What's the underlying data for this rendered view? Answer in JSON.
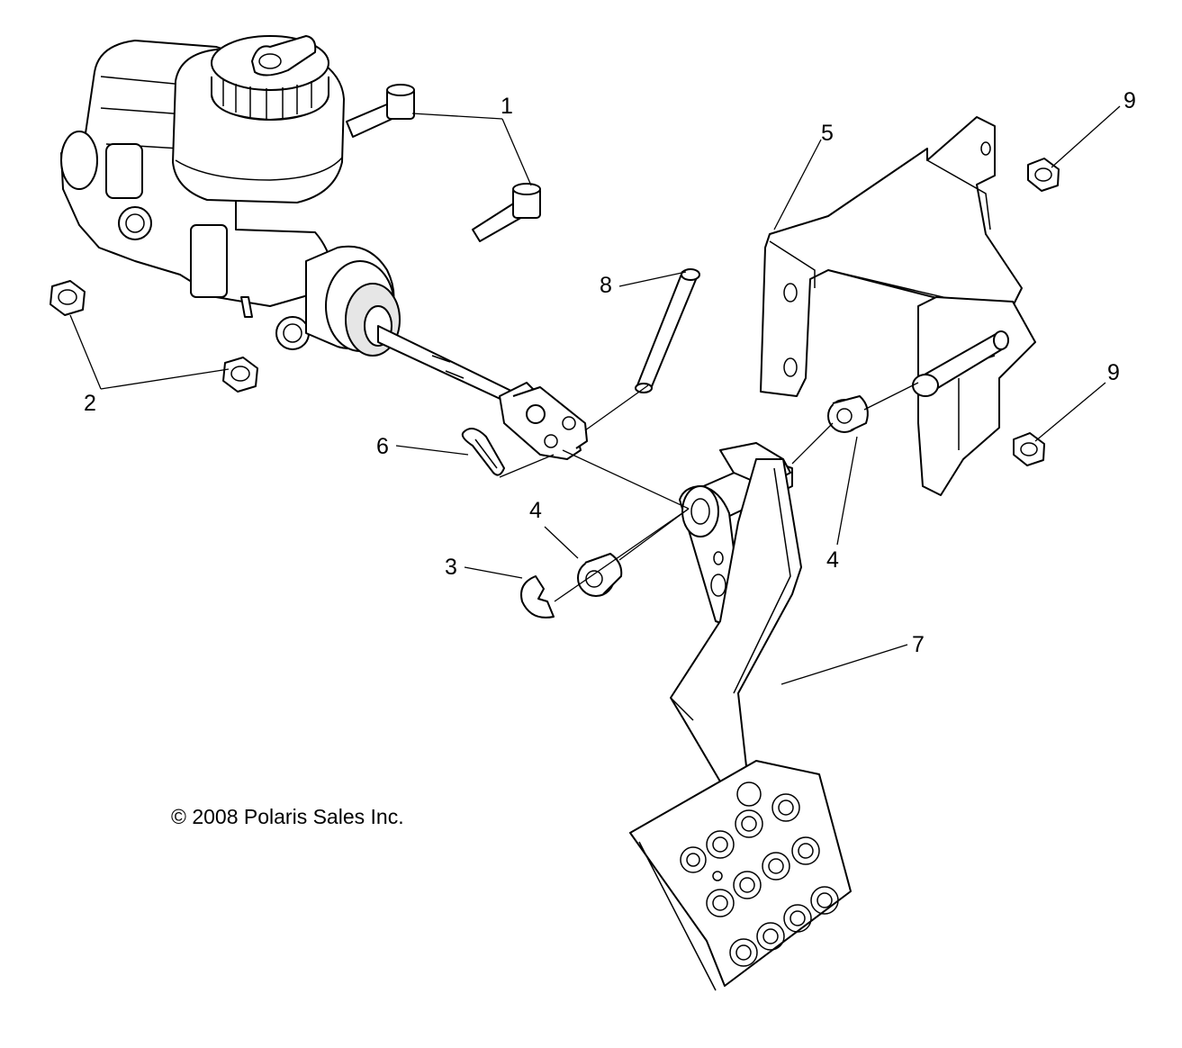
{
  "diagram": {
    "copyright": "© 2008 Polaris Sales Inc.",
    "callouts": [
      {
        "id": "1",
        "text": "1"
      },
      {
        "id": "2",
        "text": "2"
      },
      {
        "id": "3",
        "text": "3"
      },
      {
        "id": "4a",
        "text": "4"
      },
      {
        "id": "4b",
        "text": "4"
      },
      {
        "id": "5",
        "text": "5"
      },
      {
        "id": "6",
        "text": "6"
      },
      {
        "id": "7",
        "text": "7"
      },
      {
        "id": "8",
        "text": "8"
      },
      {
        "id": "9a",
        "text": "9"
      },
      {
        "id": "9b",
        "text": "9"
      }
    ],
    "parts": [
      "master-cylinder",
      "reservoir-cap",
      "bolt",
      "flange-nut",
      "e-clip",
      "bushing",
      "mounting-bracket",
      "cotter-pin",
      "brake-pedal",
      "clevis-pin",
      "push-rod-clevis"
    ]
  }
}
